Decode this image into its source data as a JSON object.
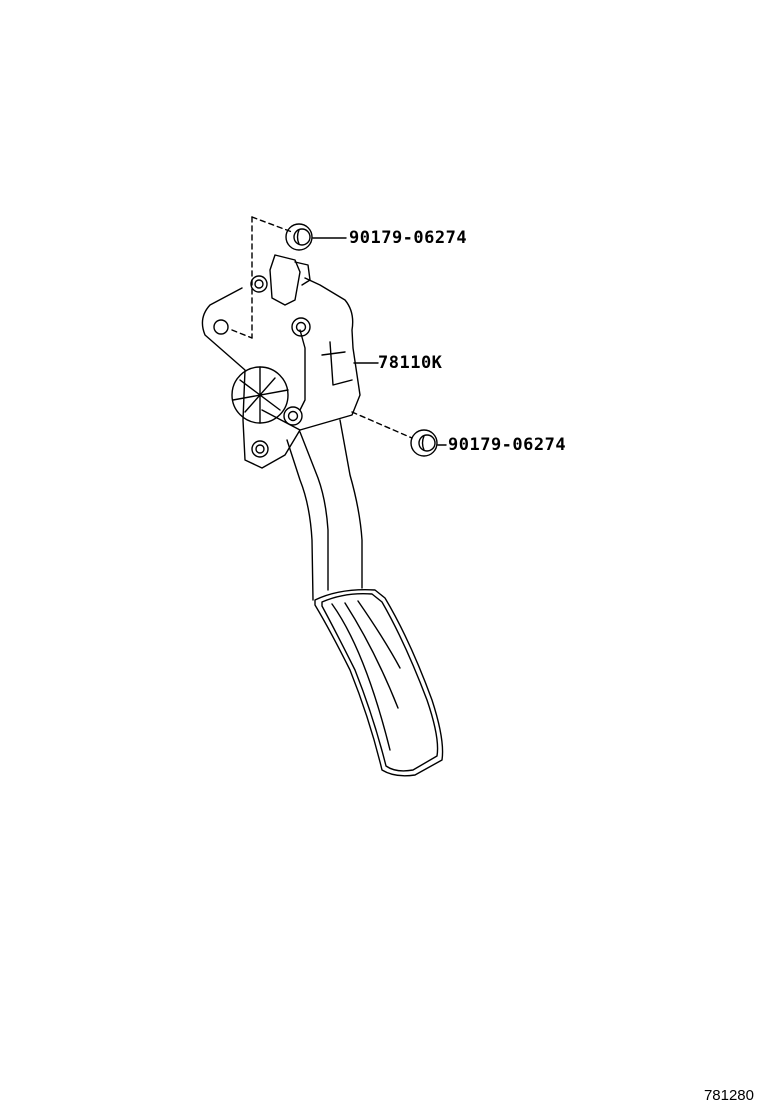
{
  "callouts": [
    {
      "part_number": "90179-06274"
    },
    {
      "part_number": "78110K"
    },
    {
      "part_number": "90179-06274"
    }
  ],
  "figure_id": "781280",
  "colors": {
    "line": "#000000",
    "background": "#ffffff"
  }
}
